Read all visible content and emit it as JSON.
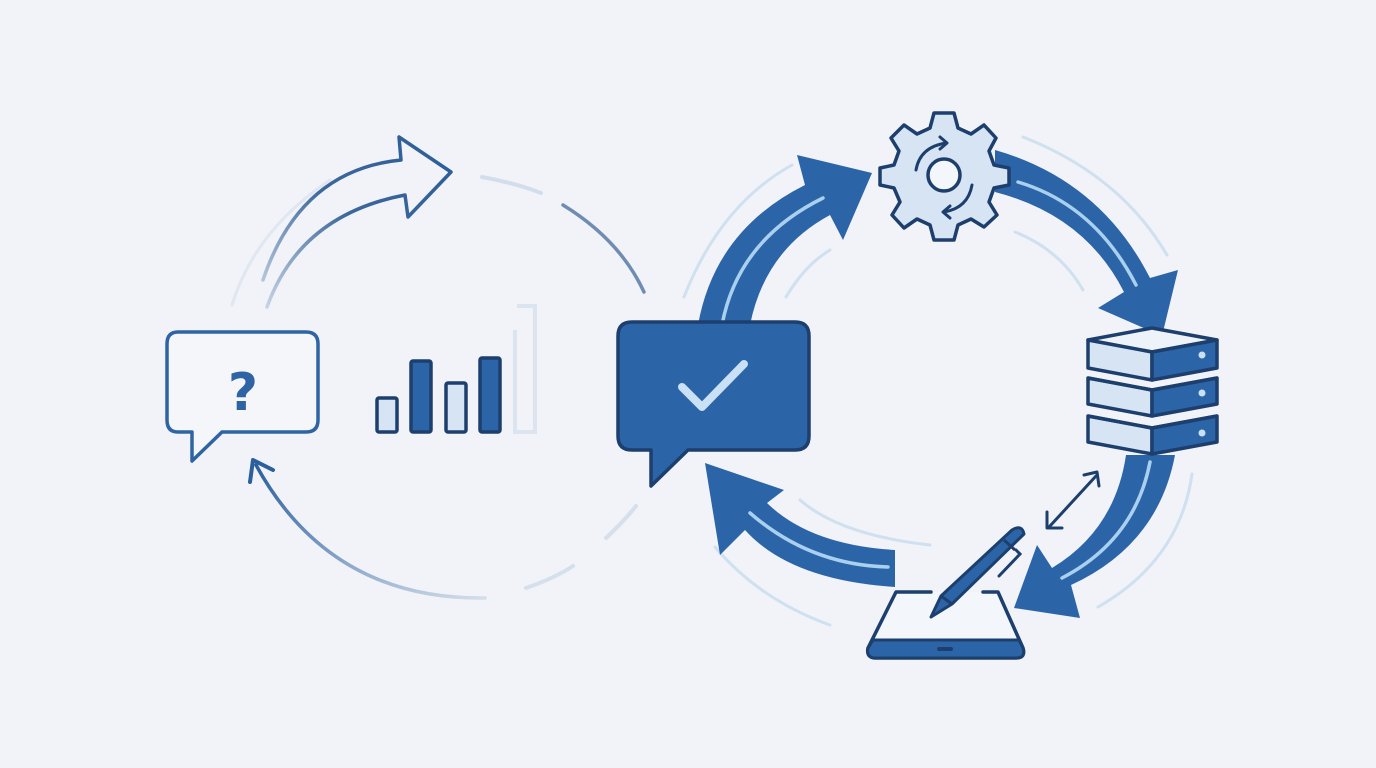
{
  "diagram": {
    "type": "process-cycle-illustration",
    "background": "#f1f3f8",
    "colors": {
      "primary": "#2b65a8",
      "dark_outline": "#1d3f6e",
      "light_fill": "#d6e4f3",
      "highlight": "#a9d1ef",
      "faint_arc": "#c7dcef"
    },
    "left_cycle": {
      "question_bubble": {
        "icon": "question-speech-bubble",
        "glyph": "?"
      },
      "bar_chart": {
        "icon": "bar-chart-icon",
        "bars": [
          {
            "height": 34,
            "fill": "light"
          },
          {
            "height": 72,
            "fill": "dark"
          },
          {
            "height": 50,
            "fill": "light"
          },
          {
            "height": 76,
            "fill": "dark"
          }
        ]
      },
      "arrows": [
        "curved-arrow-top-right",
        "curved-arrow-bottom-up"
      ]
    },
    "center": {
      "answer_bubble": {
        "icon": "check-speech-bubble",
        "glyph": "check"
      }
    },
    "right_cycle": {
      "nodes": [
        {
          "id": "gear",
          "icon": "gear-with-cycle-arrows"
        },
        {
          "id": "database",
          "icon": "stacked-server-icon"
        },
        {
          "id": "tablet",
          "icon": "tablet-with-pen-icon"
        }
      ],
      "arrows": [
        "bubble-to-gear",
        "gear-to-database",
        "database-to-tablet",
        "tablet-to-bubble"
      ],
      "bidirectional_arrow": "database-tablet-sync"
    }
  }
}
